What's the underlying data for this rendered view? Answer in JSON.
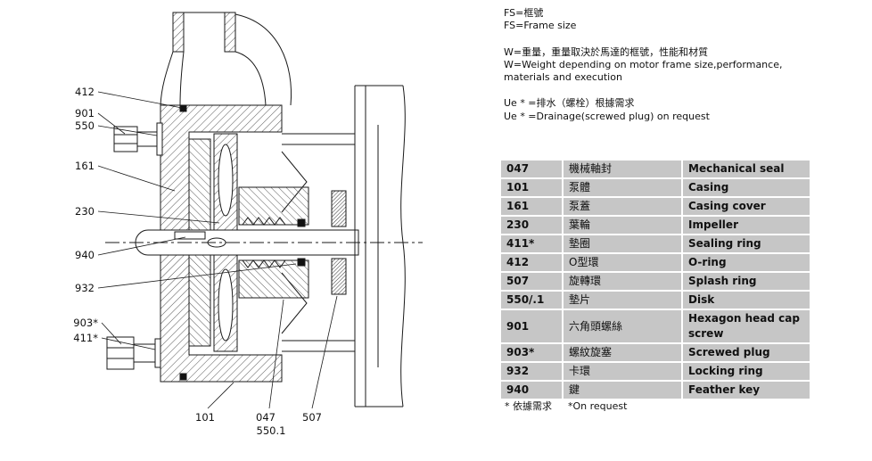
{
  "notes": {
    "fs": [
      "FS=框號",
      "FS=Frame size"
    ],
    "w": [
      "W=重量，重量取決於馬達的框號，性能和材質",
      "W=Weight depending on motor frame size,performance, materials and execution"
    ],
    "ue": [
      "Ue * =排水（螺栓）根據需求",
      "Ue * =Drainage(screwed plug) on request"
    ]
  },
  "table": {
    "rows": [
      {
        "no": "047",
        "zh": "機械軸封",
        "en": "Mechanical seal"
      },
      {
        "no": "101",
        "zh": "泵體",
        "en": "Casing"
      },
      {
        "no": "161",
        "zh": "泵蓋",
        "en": "Casing cover"
      },
      {
        "no": "230",
        "zh": "葉輪",
        "en": "Impeller"
      },
      {
        "no": "411*",
        "zh": "墊圈",
        "en": "Sealing ring"
      },
      {
        "no": "412",
        "zh": "O型環",
        "en": "O-ring"
      },
      {
        "no": "507",
        "zh": "旋轉環",
        "en": "Splash ring"
      },
      {
        "no": "550/.1",
        "zh": "墊片",
        "en": "Disk"
      },
      {
        "no": "901",
        "zh": "六角頭螺絲",
        "en": "Hexagon head cap screw"
      },
      {
        "no": "903*",
        "zh": "螺紋旋塞",
        "en": "Screwed plug"
      },
      {
        "no": "932",
        "zh": "卡環",
        "en": "Locking ring"
      },
      {
        "no": "940",
        "zh": "鍵",
        "en": "Feather key"
      }
    ]
  },
  "footnote": {
    "zh": "* 依據需求",
    "en": "*On request"
  },
  "callouts": {
    "n412": "412",
    "n901": "901",
    "n550": "550",
    "n161": "161",
    "n230": "230",
    "n940": "940",
    "n932": "932",
    "n903": "903*",
    "n411": "411*",
    "n101": "101",
    "n047": "047",
    "n550_1": "550.1",
    "n507": "507"
  },
  "colors": {
    "table_row_bg": "#c6c6c6",
    "line": "#1a1a1a",
    "text": "#111111"
  }
}
